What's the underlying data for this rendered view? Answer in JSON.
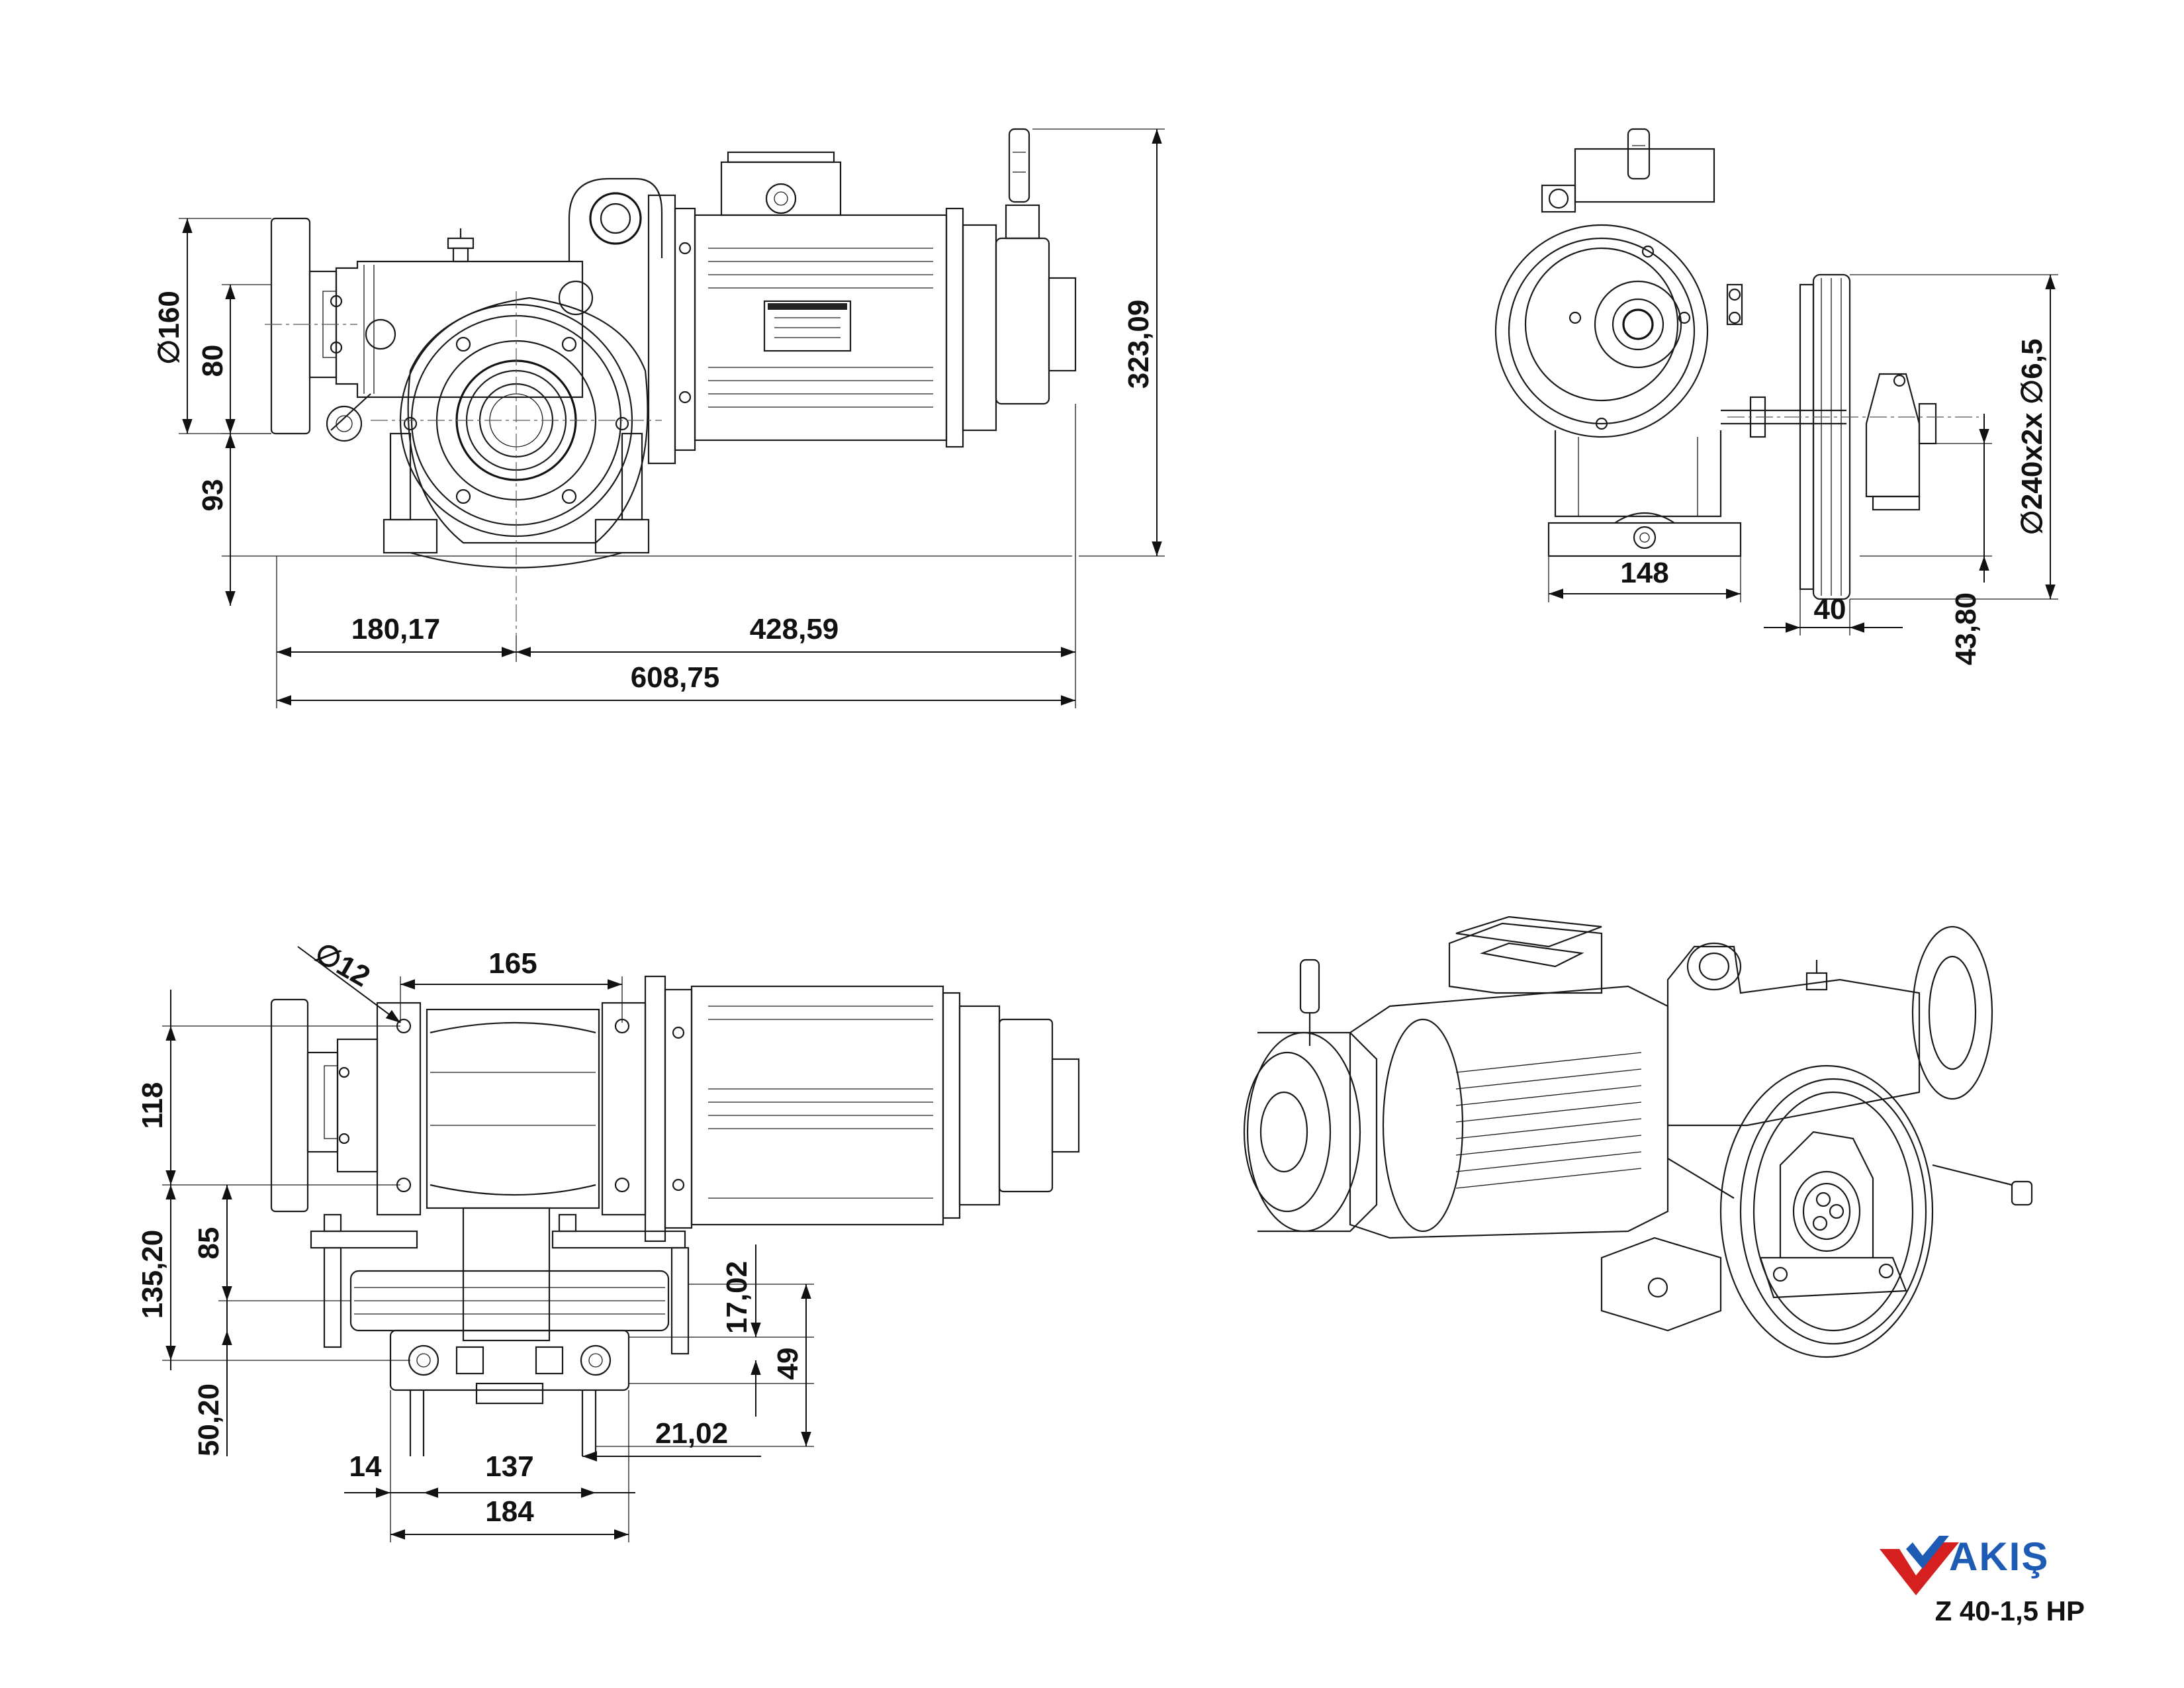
{
  "drawing": {
    "title": "Z 40-1,5 HP",
    "brand": "AKIŞ",
    "colors": {
      "line": "#1a1a1a",
      "brand_blue": "#1e5bb5",
      "brand_red": "#d6201f"
    }
  },
  "front_view": {
    "dim_diameter": "∅160",
    "dim_80": "80",
    "dim_93": "93",
    "dim_height": "323,09",
    "dim_left": "180,17",
    "dim_right": "428,59",
    "dim_total": "608,75"
  },
  "side_view": {
    "dim_148": "148",
    "dim_40": "40",
    "dim_43": "43,80",
    "dim_pulley": "∅240x2x ∅6,5"
  },
  "bottom_view": {
    "dim_hole": "∅12",
    "dim_165": "165",
    "dim_118": "118",
    "dim_85": "85",
    "dim_135": "135,20",
    "dim_50": "50,20",
    "dim_17": "17,02",
    "dim_49": "49",
    "dim_21": "21,02",
    "dim_14": "14",
    "dim_137": "137",
    "dim_184": "184"
  }
}
